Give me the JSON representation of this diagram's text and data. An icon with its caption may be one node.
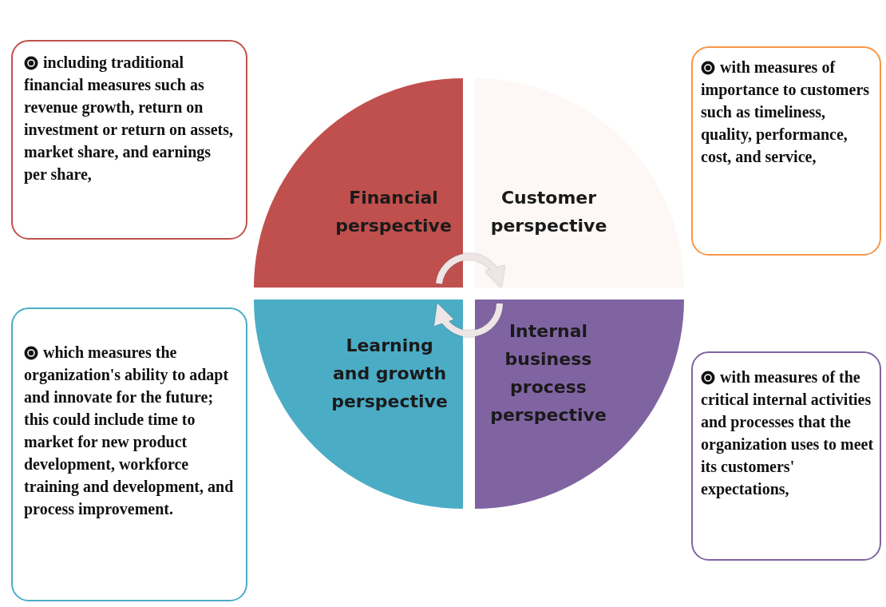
{
  "diagram": {
    "nodes": [
      {
        "text": [
          "Financial perspective"
        ]
      },
      {
        "text": [
          "Customer perspective"
        ]
      },
      {
        "text": [
          "Learning and growth perspective"
        ]
      },
      {
        "text": [
          "Internal business process perspective"
        ]
      },
      {
        "text": [
          "including traditional financial measures such as revenue growth, return on investment or return on assets, market share, and earnings per share,"
        ]
      },
      {
        "text": [
          "with measures of importance to customers such as timeliness, quality, performance, cost, and service,"
        ]
      },
      {
        "text": [
          "which measures the organization's ability to adapt and innovate for the future; this could include time to market for new product development, workforce training and development, and process improvement."
        ]
      },
      {
        "text": [
          "with measures of the critical internal activities and processes that the organization uses to meet its customers' expectations,"
        ]
      }
    ],
    "edges": [
      {
        "from": 0,
        "to": 1,
        "arrow": "to"
      },
      {
        "from": 3,
        "to": 2,
        "arrow": "to"
      }
    ]
  }
}
